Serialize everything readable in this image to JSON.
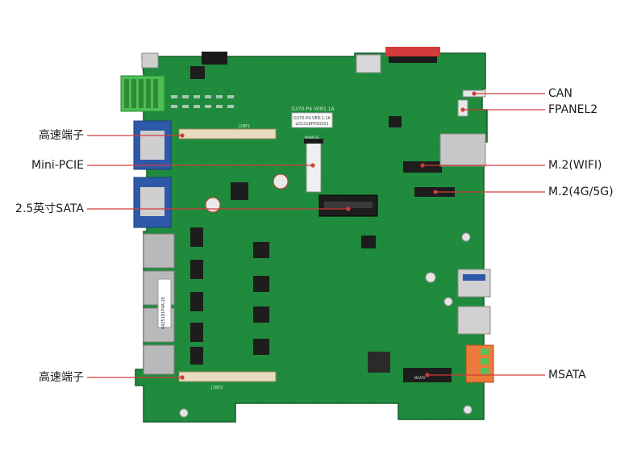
{
  "labels_left": [
    {
      "key": "hs-top",
      "text": "高速端子"
    },
    {
      "key": "minipcie",
      "text": "Mini-PCIE"
    },
    {
      "key": "sata",
      "text": "2.5英寸SATA"
    },
    {
      "key": "hs-bottom",
      "text": "高速端子"
    }
  ],
  "labels_right": [
    {
      "key": "can",
      "text": "CAN"
    },
    {
      "key": "fpanel2",
      "text": "FPANEL2"
    },
    {
      "key": "m2wifi",
      "text": "M.2(WIFI)"
    },
    {
      "key": "m2-4g5g",
      "text": "M.2(4G/5G)"
    },
    {
      "key": "msata",
      "text": "MSATA"
    }
  ],
  "silkscreen": {
    "model": "G370-P4 VER1.1A",
    "sticker_line1": "G370-P4 VER:1.1A",
    "sticker_line2": "LO1218P030201",
    "side_sticker": "0425181P4A-1E",
    "top_slot_label": "J1BP1",
    "bottom_slot_label": "J1BP2",
    "minipcie_label": "MINIPCIE",
    "msata_label": "MSATA"
  },
  "colors": {
    "pcb": "#1f8a3c",
    "pcb_dark": "#16702f",
    "line": "#d23b3b",
    "text": "#1b1b1b"
  }
}
